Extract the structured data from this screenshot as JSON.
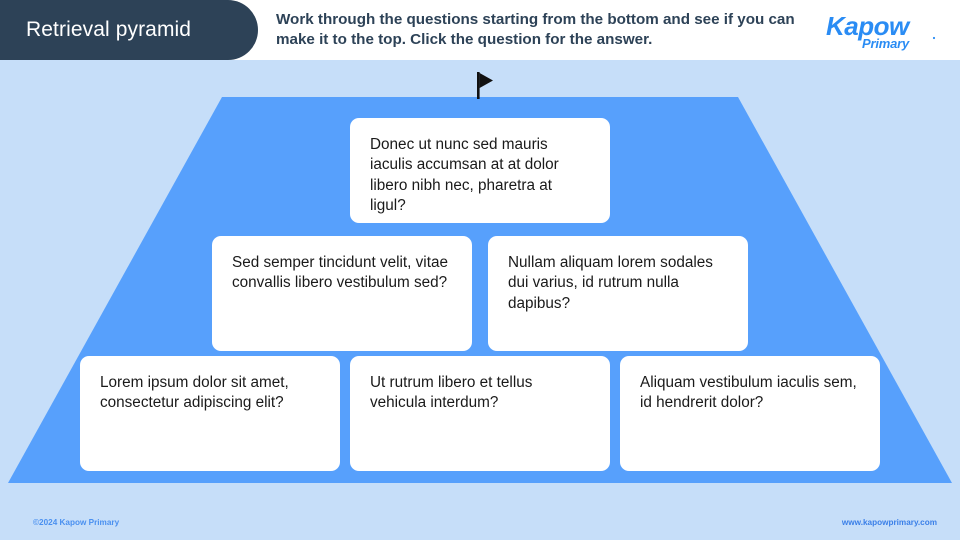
{
  "header": {
    "title": "Retrieval pyramid",
    "instructions": "Work through the questions starting from the bottom and see if you can make it to the top. Click the question for the answer.",
    "logo_main": "Kapow",
    "logo_sub": "Primary",
    "icons": {
      "flag": "flag-icon",
      "logo": "kapow-primary-logo"
    }
  },
  "pyramid": {
    "fill_color": "#57a0fc",
    "background_color": "#c6def9",
    "card_color": "#ffffff",
    "accent_navy": "#2d4257",
    "rows": [
      {
        "level": "top",
        "cards": [
          {
            "text": "Donec ut nunc sed mauris iaculis accumsan at at dolor libero nibh nec, pharetra at ligul?"
          }
        ]
      },
      {
        "level": "middle",
        "cards": [
          {
            "text": "Sed semper tincidunt velit, vitae convallis libero vestibulum sed?"
          },
          {
            "text": "Nullam aliquam lorem sodales dui varius, id rutrum nulla dapibus?"
          }
        ]
      },
      {
        "level": "bottom",
        "cards": [
          {
            "text": "Lorem ipsum dolor sit amet, consectetur adipiscing elit?"
          },
          {
            "text": "Ut rutrum libero et tellus vehicula interdum?"
          },
          {
            "text": "Aliquam vestibulum iaculis sem, id hendrerit dolor?"
          }
        ]
      }
    ]
  },
  "footer": {
    "copyright": "©2024 Kapow Primary",
    "website": "www.kapowprimary.com"
  }
}
